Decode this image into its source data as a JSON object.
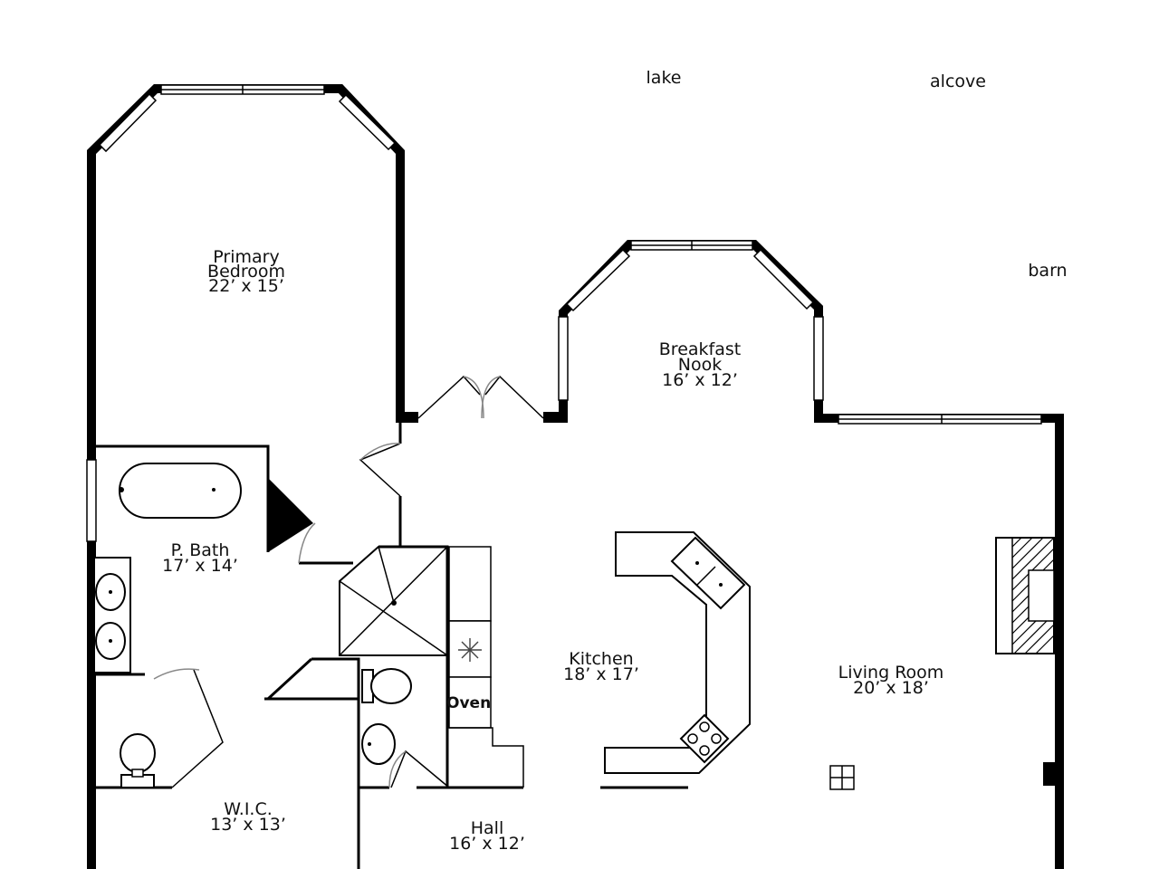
{
  "labels": {
    "lake": "lake",
    "alcove": "alcove",
    "barn": "barn"
  },
  "rooms": [
    {
      "name": "Primary",
      "name2": "Bedroom",
      "size": "22’ x 15’"
    },
    {
      "name": "Breakfast",
      "name2": "Nook",
      "size": "16’ x 12’"
    },
    {
      "name": "P. Bath",
      "size": "17’ x 14’"
    },
    {
      "name": "Kitchen",
      "size": "18’ x 17’"
    },
    {
      "name": "Living Room",
      "size": "20’ x 18’"
    },
    {
      "name": "W.I.C.",
      "size": "13’ x 13’"
    },
    {
      "name": "Hall",
      "size": "16’ x 12’"
    }
  ],
  "appliances": {
    "oven": "Oven"
  }
}
